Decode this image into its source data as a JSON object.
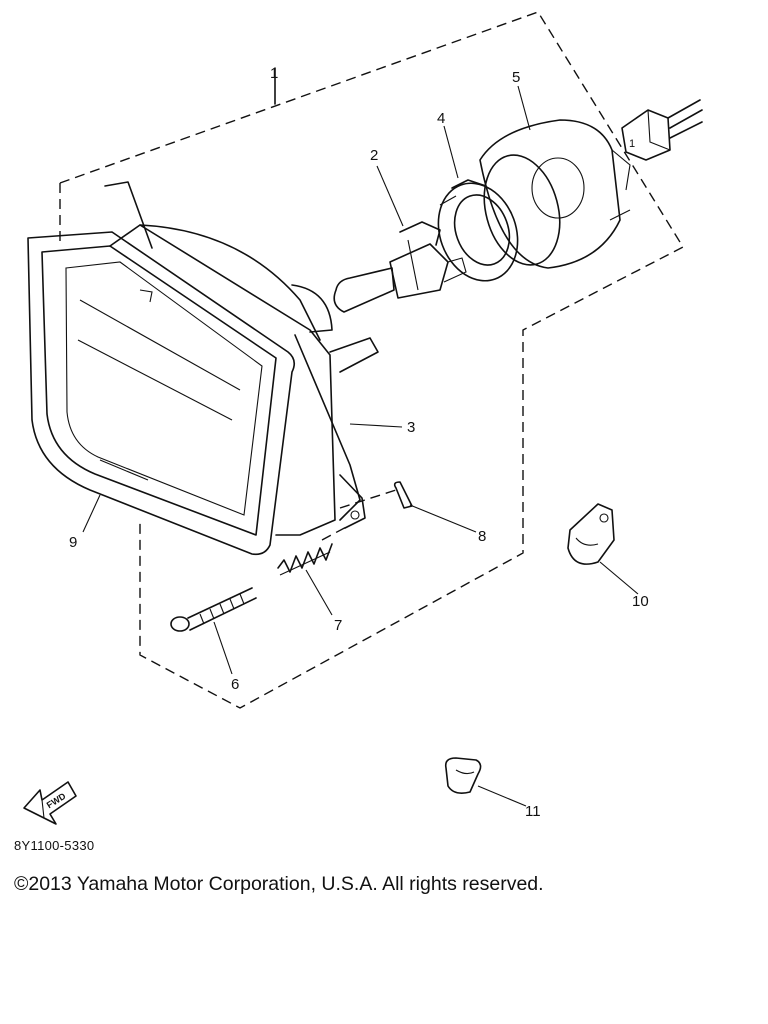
{
  "callouts": {
    "c1": "1",
    "c2": "2",
    "c3": "3",
    "c4": "4",
    "c5": "5",
    "c6": "6",
    "c7": "7",
    "c8": "8",
    "c9": "9",
    "c10": "10",
    "c11": "11"
  },
  "fwd_label": "FWD",
  "connector_label": "1",
  "diagram_code": "8Y1100-5330",
  "copyright": "©2013 Yamaha Motor Corporation, U.S.A. All rights reserved."
}
